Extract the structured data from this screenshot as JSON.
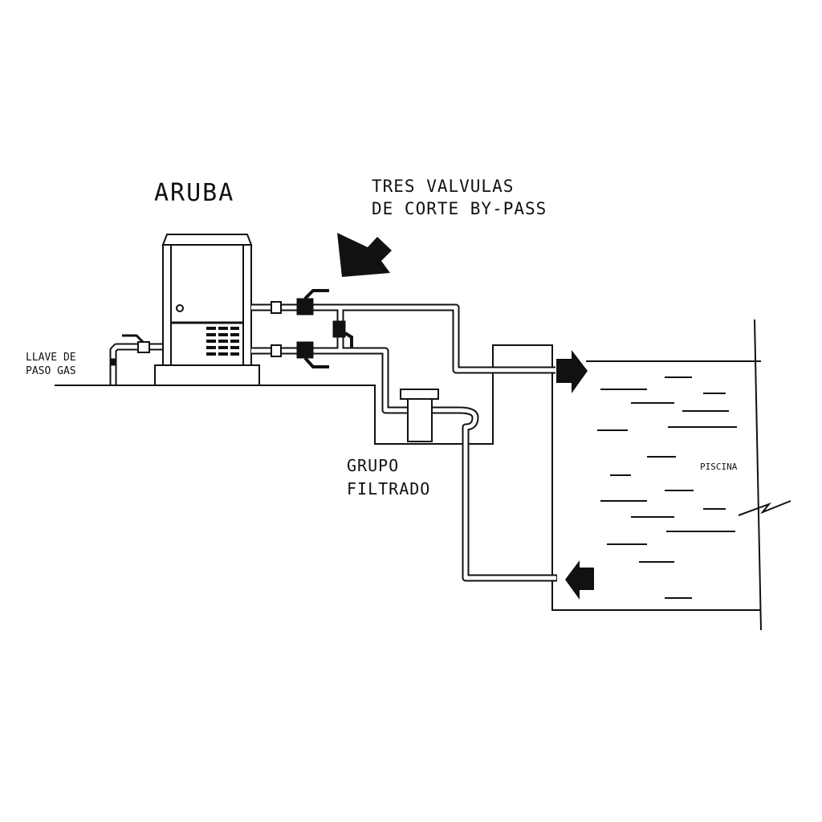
{
  "title": "ARUBA",
  "valves_label": [
    "TRES VALVULAS",
    "DE CORTE BY-PASS"
  ],
  "gas_label": [
    "LLAVE DE",
    "PASO GAS"
  ],
  "filter_label": [
    "GRUPO",
    "FILTRADO"
  ],
  "pool_label": "PISCINA",
  "colors": {
    "ink": "#111111",
    "background": "#ffffff"
  }
}
